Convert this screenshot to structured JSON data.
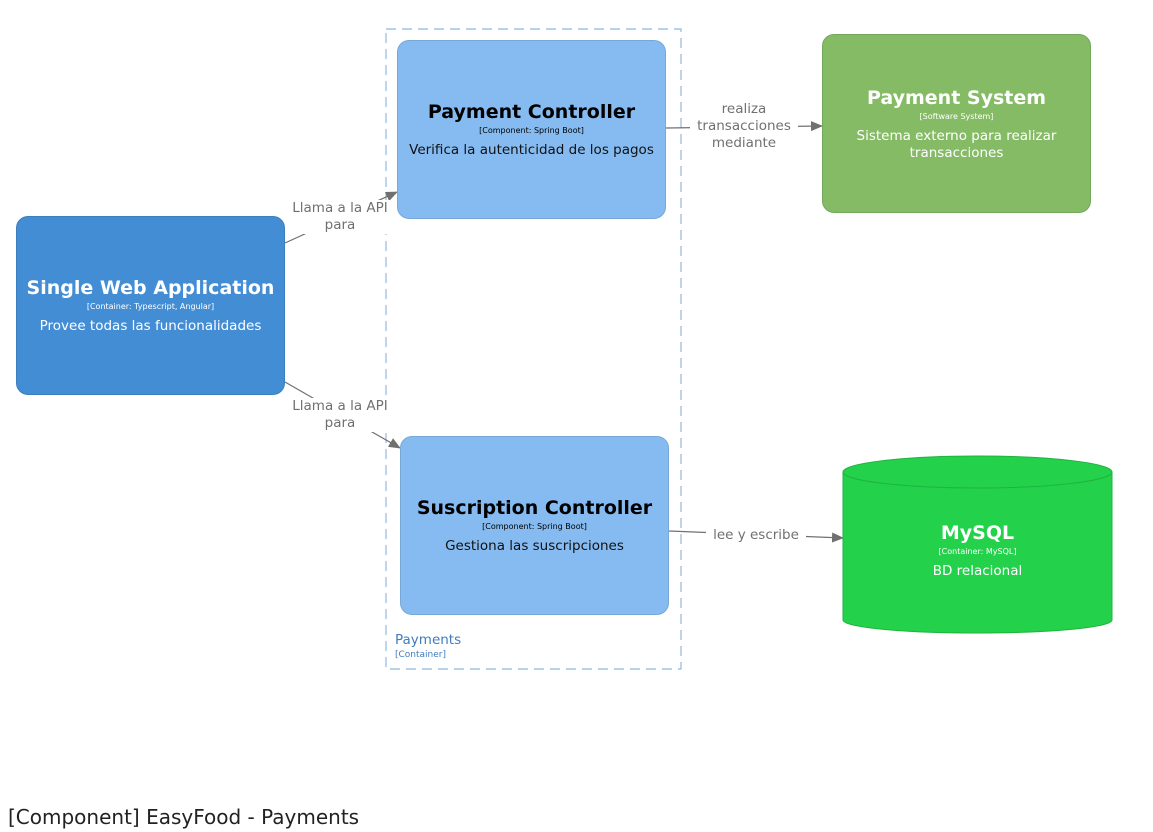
{
  "diagram_title": "[Component] EasyFood - Payments",
  "boundary": {
    "name": "Payments",
    "type": "[Container]"
  },
  "nodes": {
    "spa": {
      "title": "Single Web Application",
      "tech": "[Container: Typescript, Angular]",
      "desc": "Provee todas las funcionalidades"
    },
    "payment_controller": {
      "title": "Payment Controller",
      "tech": "[Component: Spring Boot]",
      "desc": "Verifica la autenticidad de los pagos"
    },
    "suscription_controller": {
      "title": "Suscription Controller",
      "tech": "[Component: Spring Boot]",
      "desc": "Gestiona las suscripciones"
    },
    "payment_system": {
      "title": "Payment System",
      "tech": "[Software System]",
      "desc": "Sistema externo para realizar transacciones"
    },
    "mysql": {
      "title": "MySQL",
      "tech": "[Container: MySQL]",
      "desc": "BD relacional"
    }
  },
  "edges": {
    "spa_to_pc": {
      "line1": "Llama a la API",
      "line2": "para"
    },
    "spa_to_sc": {
      "line1": "Llama a la API",
      "line2": "para"
    },
    "pc_to_ps": {
      "line1": "realiza",
      "line2": "transacciones",
      "line3": "mediante"
    },
    "sc_to_db": {
      "line1": "lee y escribe"
    }
  },
  "colors": {
    "container": "#438dd5",
    "component": "#85bbf0",
    "external_system": "#85bb65",
    "database": "#23d14a",
    "boundary": "#8fb8e0",
    "edge": "#707070"
  }
}
